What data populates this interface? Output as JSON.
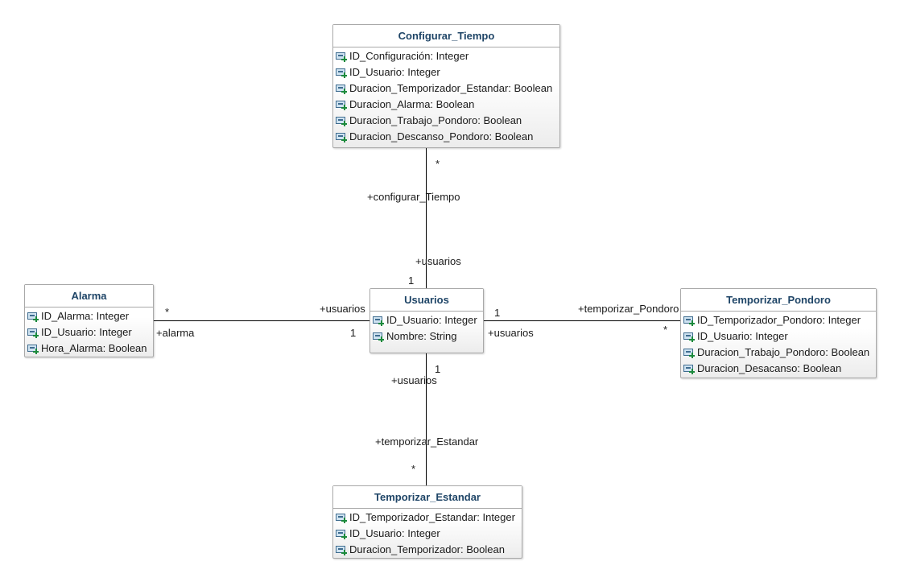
{
  "classes": {
    "configurar_tiempo": {
      "name": "Configurar_Tiempo",
      "attributes": [
        "ID_Configuración: Integer",
        "ID_Usuario: Integer",
        "Duracion_Temporizador_Estandar: Boolean",
        "Duracion_Alarma: Boolean",
        "Duracion_Trabajo_Pondoro: Boolean",
        "Duracion_Descanso_Pondoro: Boolean"
      ]
    },
    "alarma": {
      "name": "Alarma",
      "attributes": [
        "ID_Alarma: Integer",
        "ID_Usuario: Integer",
        "Hora_Alarma: Boolean"
      ]
    },
    "usuarios": {
      "name": "Usuarios",
      "attributes": [
        "ID_Usuario: Integer",
        "Nombre: String"
      ]
    },
    "temporizar_pondoro": {
      "name": "Temporizar_Pondoro",
      "attributes": [
        "ID_Temporizador_Pondoro: Integer",
        "ID_Usuario: Integer",
        "Duracion_Trabajo_Pondoro: Boolean",
        "Duracion_Desacanso: Boolean"
      ]
    },
    "temporizar_estandar": {
      "name": "Temporizar_Estandar",
      "attributes": [
        "ID_Temporizador_Estandar: Integer",
        "ID_Usuario: Integer",
        "Duracion_Temporizador: Boolean"
      ]
    }
  },
  "associations": {
    "top": {
      "role_far": "+configurar_Tiempo",
      "mult_far": "*",
      "role_near": "+usuarios",
      "mult_near": "1"
    },
    "left": {
      "role_far": "+alarma",
      "mult_far": "*",
      "role_near": "+usuarios",
      "mult_near": "1"
    },
    "right": {
      "role_far": "+temporizar_Pondoro",
      "mult_far": "*",
      "role_near": "+usuarios",
      "mult_near": "1"
    },
    "bottom": {
      "role_far": "+temporizar_Estandar",
      "mult_far": "*",
      "role_near": "+usuarios",
      "mult_near": "1"
    }
  },
  "colors": {
    "class_title": "#1f4567",
    "border": "#a9a9a9",
    "line": "#000000"
  },
  "icons": {
    "attribute": "public-attribute-icon"
  }
}
